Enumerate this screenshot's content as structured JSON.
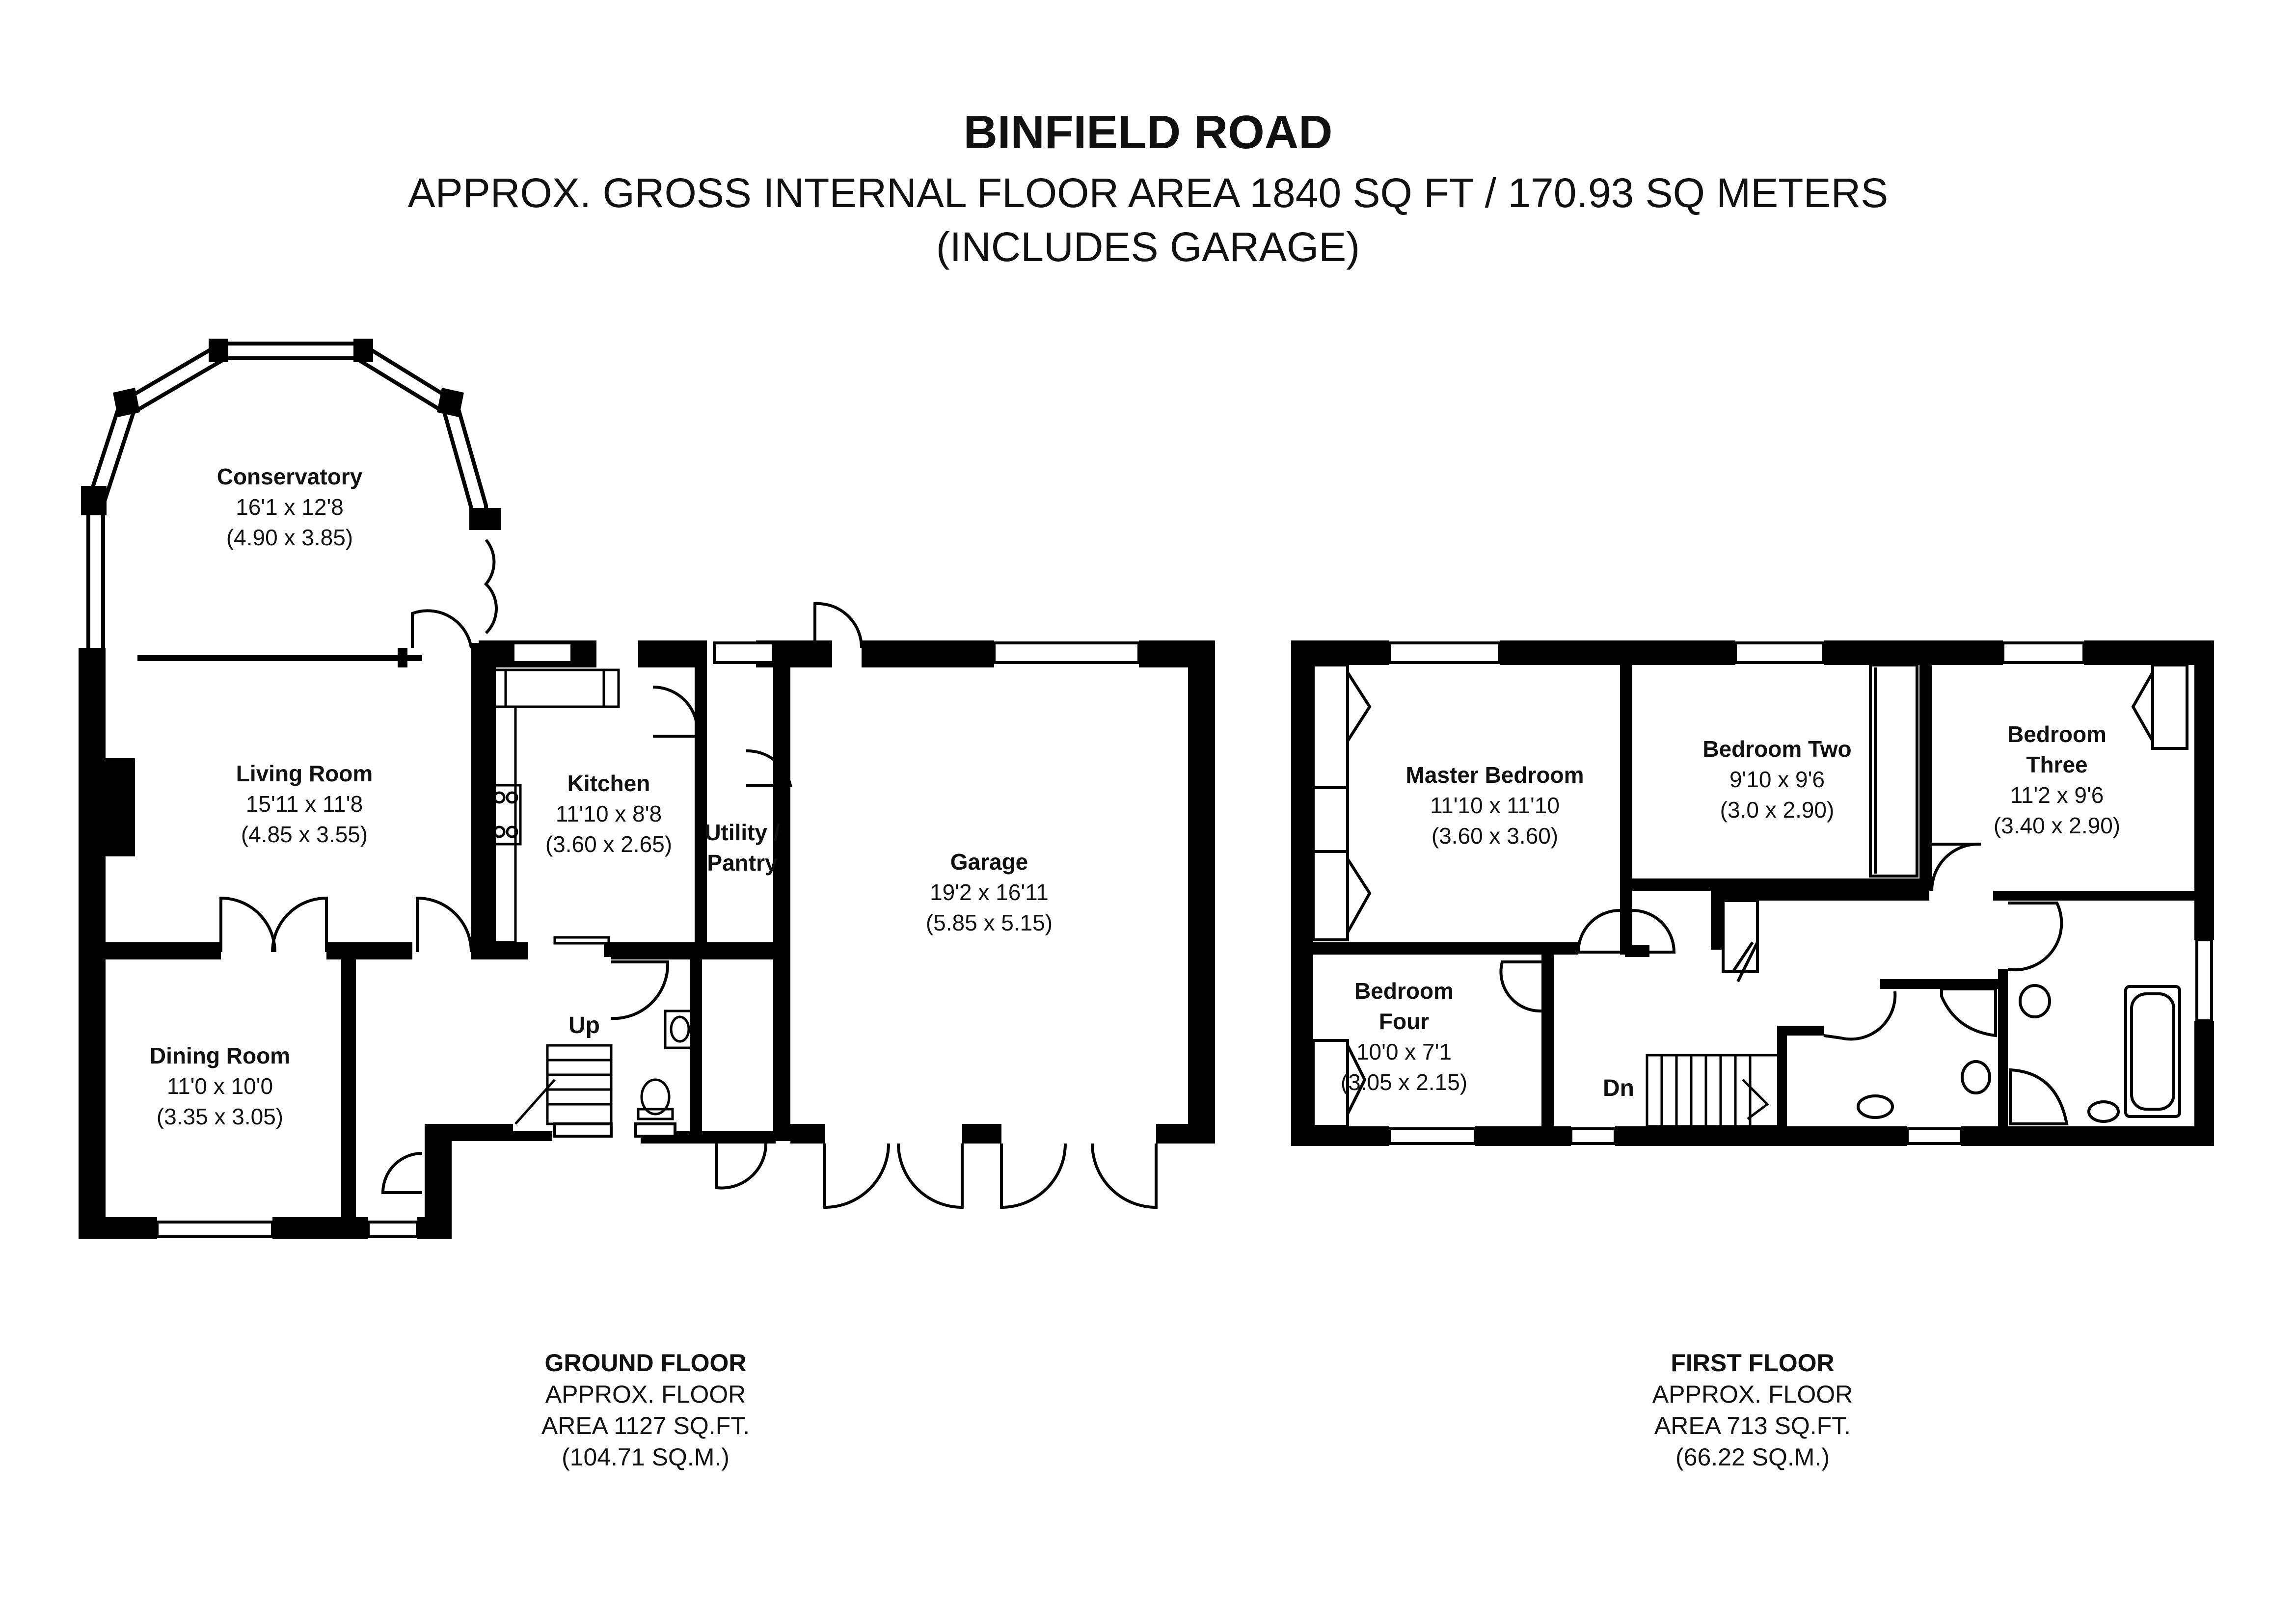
{
  "header": {
    "title": "BINFIELD ROAD",
    "subtitle": "APPROX. GROSS INTERNAL FLOOR AREA 1840 SQ FT / 170.93 SQ METERS",
    "note": "(INCLUDES GARAGE)"
  },
  "ground_floor": {
    "caption": {
      "name": "GROUND FLOOR",
      "line1": "APPROX. FLOOR",
      "line2": "AREA 1127 SQ.FT.",
      "line3": "(104.71 SQ.M.)"
    },
    "rooms": [
      {
        "name": "Conservatory",
        "imperial": "16'1 x 12'8",
        "metric": "(4.90 x 3.85)"
      },
      {
        "name": "Living Room",
        "imperial": "15'11 x 11'8",
        "metric": "(4.85 x 3.55)"
      },
      {
        "name": "Kitchen",
        "imperial": "11'10 x 8'8",
        "metric": "(3.60 x 2.65)"
      },
      {
        "name": "Utility /",
        "name2": "Pantry"
      },
      {
        "name": "Garage",
        "imperial": "19'2 x 16'11",
        "metric": "(5.85 x 5.15)"
      },
      {
        "name": "Dining Room",
        "imperial": "11'0 x 10'0",
        "metric": "(3.35 x 3.05)"
      }
    ],
    "stairs_label": "Up"
  },
  "first_floor": {
    "caption": {
      "name": "FIRST FLOOR",
      "line1": "APPROX. FLOOR",
      "line2": "AREA 713 SQ.FT.",
      "line3": "(66.22 SQ.M.)"
    },
    "rooms": [
      {
        "name": "Master Bedroom",
        "imperial": "11'10 x 11'10",
        "metric": "(3.60 x 3.60)"
      },
      {
        "name": "Bedroom Two",
        "imperial": "9'10 x 9'6",
        "metric": "(3.0 x 2.90)"
      },
      {
        "name": "Bedroom",
        "name2": "Three",
        "imperial": "11'2 x 9'6",
        "metric": "(3.40 x 2.90)"
      },
      {
        "name": "Bedroom",
        "name2": "Four",
        "imperial": "10'0 x 7'1",
        "metric": "(3.05 x 2.15)"
      }
    ],
    "stairs_label": "Dn"
  },
  "colors": {
    "wall": "#000000",
    "window_frame": "#000000",
    "background": "#ffffff"
  },
  "icons": [
    "sink-icon",
    "hob-icon",
    "toilet-icon",
    "basin-icon",
    "bath-icon",
    "shower-icon",
    "fireplace-icon",
    "stairs-icon",
    "door-swing-icon"
  ]
}
